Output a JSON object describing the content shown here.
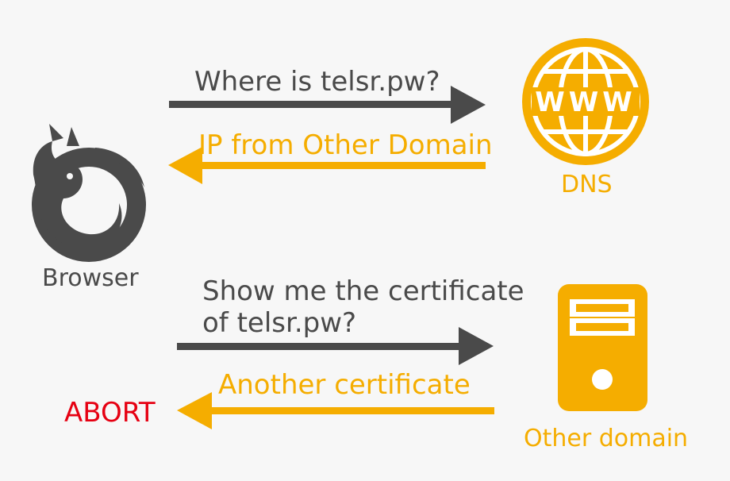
{
  "colors": {
    "dark": "#4a4a4a",
    "accent": "#f5ad00",
    "alert": "#e60012",
    "background": "#f7f7f7"
  },
  "nodes": {
    "browser": {
      "label": "Browser",
      "icon": "firefox-logo-icon"
    },
    "dns": {
      "label": "DNS",
      "icon": "www-globe-icon"
    },
    "server": {
      "label": "Other domain",
      "icon": "server-tower-icon"
    }
  },
  "messages": {
    "dns_request": "Where is telsr.pw?",
    "dns_response": "IP from Other Domain",
    "cert_request_line1": "Show me the certificate",
    "cert_request_line2": "of telsr.pw?",
    "cert_response": "Another certificate"
  },
  "result": {
    "label": "ABORT"
  }
}
